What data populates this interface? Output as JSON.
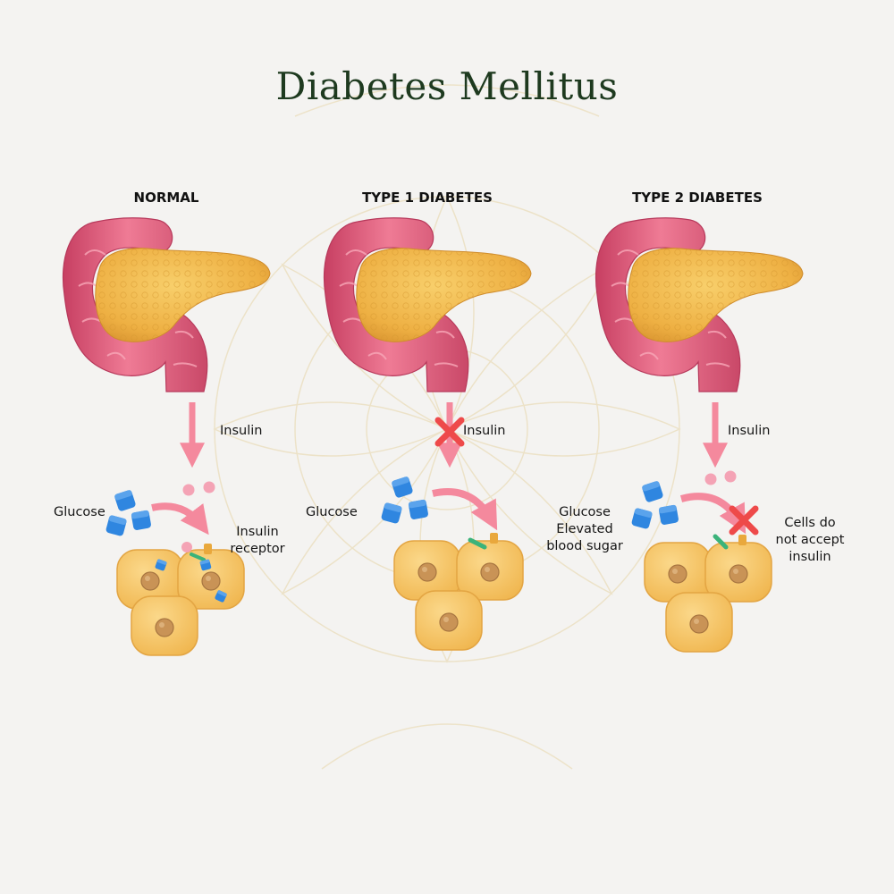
{
  "title": "Diabetes Mellitus",
  "panels": [
    {
      "heading": "NORMAL",
      "insulin_label": "Insulin",
      "glucose_label": "Glucose",
      "receptor_label": [
        "Insulin",
        "receptor"
      ]
    },
    {
      "heading": "TYPE 1 DIABETES",
      "insulin_label": "Insulin",
      "glucose_label": "Glucose",
      "right_label": [
        "Glucose",
        "Elevated",
        "blood sugar"
      ]
    },
    {
      "heading": "TYPE 2 DIABETES",
      "insulin_label": "Insulin",
      "glucose_label": "Glucose",
      "cells_label": [
        "Cells do",
        "not accept",
        "insulin"
      ]
    }
  ],
  "colors": {
    "background": "#f4f3f1",
    "title": "#1e3a1f",
    "duodenum": "#e0627f",
    "pancreas": "#f0b545",
    "arrow": "#f4899d",
    "glucose": "#2f86e0",
    "cell": "#f6c56a",
    "nucleus": "#c99356",
    "receptor": "#e9a83c",
    "blocked": "#ee4a4a"
  },
  "icons": [
    "pancreas-icon",
    "duodenum-icon",
    "cell-icon",
    "glucose-icon",
    "insulin-icon",
    "cross-icon"
  ]
}
